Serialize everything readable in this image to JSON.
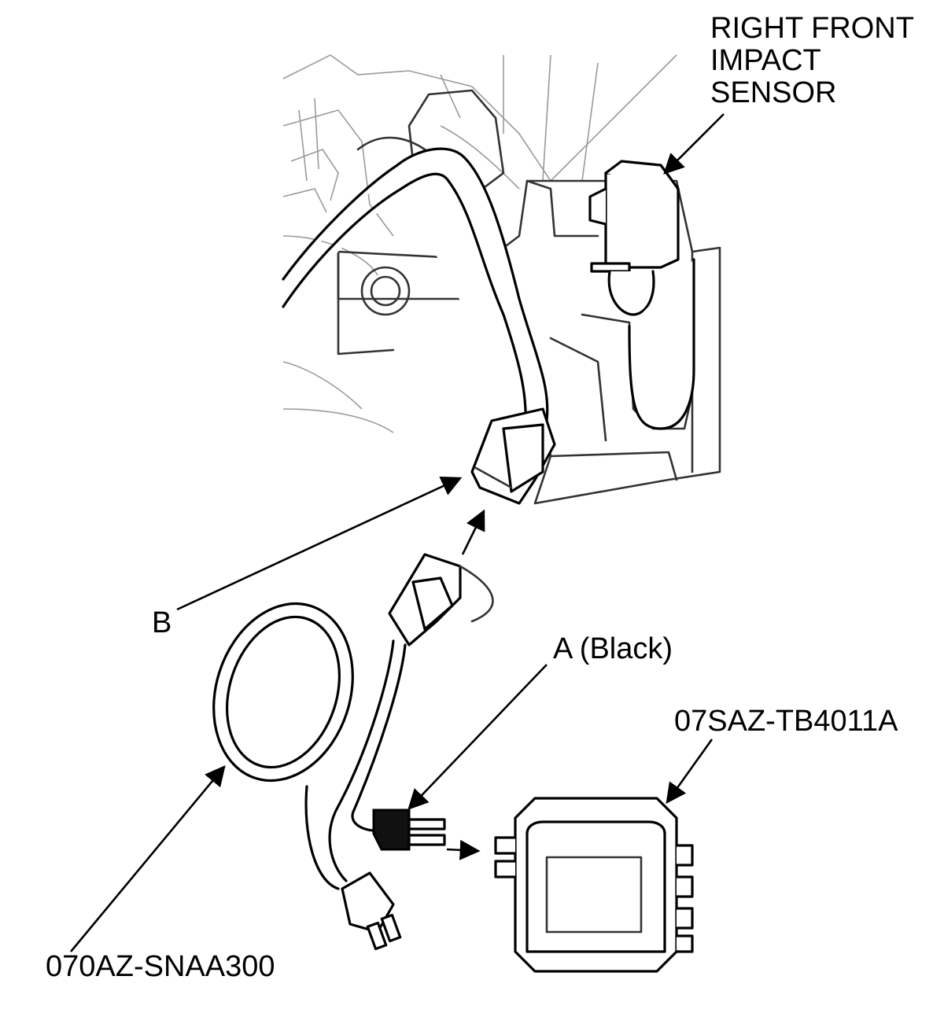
{
  "labels": {
    "sensor_line1": "RIGHT FRONT",
    "sensor_line2": "IMPACT",
    "sensor_line3": "SENSOR",
    "connector_b": "B",
    "connector_a": "A (Black)",
    "tool_part_number": "07SAZ-TB4011A",
    "harness_part_number": "070AZ-SNAA300"
  }
}
